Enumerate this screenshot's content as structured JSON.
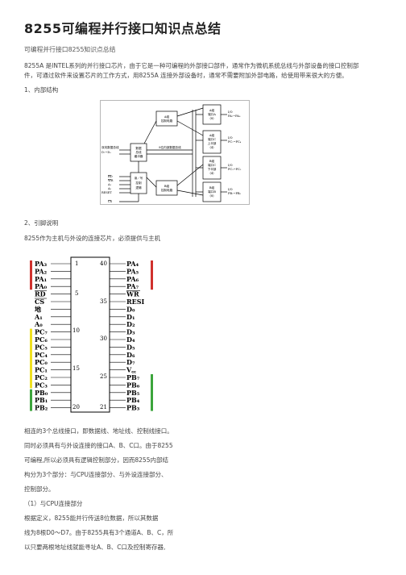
{
  "title": "8255可编程并行接口知识点总结",
  "subtitle": "可编程并行接口8255知识点总结",
  "intro_line1": "8255A 是INTEL系列的并行接口芯片，由于它是一种可编程的外部接口部件，通常作为微机系统总线与外部设备的接口控制部",
  "intro_line2": "件，可通过软件来设置芯片的工作方式，用8255A 连接外部设备时，通常不需要附加外部电路，给使用带来很大的方便。",
  "section1": "1、内部结构",
  "section2": "2、引脚说明",
  "pin_intro": "8255作为主机与外设的连接芯片，必须提供与主机",
  "block_diagram": {
    "bus_label_1": "双向数据总线",
    "bus_label_2": "D₇~D₀",
    "buffer_1": "数据",
    "buffer_2": "总线",
    "buffer_3": "缓冲器",
    "internal_bus": "8位内部数据总线",
    "rw_1": "读／写",
    "rw_2": "控制",
    "rw_3": "逻辑",
    "rd": "RD",
    "wr": "WR",
    "a1": "A₁",
    "a0": "A₀",
    "reset": "RESET",
    "cs": "CS",
    "groupA_1": "A组",
    "groupA_2": "控制电路",
    "groupB_1": "B组",
    "groupB_2": "控制电路",
    "portA_1": "A组",
    "portA_2": "端口A",
    "portA_3": "(8)",
    "portCu_1": "A组",
    "portCu_2": "端口C",
    "portCu_3": "上半部",
    "portCu_4": "(4)",
    "portCl_1": "B组",
    "portCl_2": "端口C",
    "portCl_3": "下半部",
    "portCl_4": "(4)",
    "portB_1": "B组",
    "portB_2": "端口B",
    "portB_3": "(8)",
    "io_a_1": "I/O",
    "io_a_2": "PA₇~PA₀",
    "io_cu_1": "I/O",
    "io_cu_2": "PC₇~PC₄",
    "io_cl_1": "I/O",
    "io_cl_2": "PC₃~PC₀",
    "io_b_1": "I/O",
    "io_b_2": "PB₇~PB₀"
  },
  "pins": {
    "left": [
      "PA₃",
      "PA₂",
      "PA₁",
      "PA₀",
      "RD",
      "CS",
      "地",
      "A₁",
      "A₀",
      "PC₇",
      "PC₆",
      "PC₅",
      "PC₄",
      "PC₀",
      "PC₁",
      "PC₂",
      "PC₃",
      "PB₀",
      "PB₁",
      "PB₂"
    ],
    "right": [
      "PA₄",
      "PA₅",
      "PA₆",
      "PA₇",
      "WR",
      "RESI",
      "D₀",
      "D₁",
      "D₂",
      "D₃",
      "D₄",
      "D₅",
      "D₆",
      "D₇",
      "V꜀꜀",
      "PB₇",
      "PB₆",
      "PB₅",
      "PB₄",
      "PB₃"
    ],
    "num_1": "1",
    "num_5": "5",
    "num_10": "10",
    "num_15": "15",
    "num_20": "20",
    "num_40": "40",
    "num_35": "35",
    "num_30": "30",
    "num_25": "25",
    "num_21": "21",
    "colors": {
      "red": "#d0312d",
      "yellow": "#f0e020",
      "green": "#3ca53c"
    }
  },
  "para_lines": [
    "相连的3个总线接口，即数据线、地址线、控制线接口。",
    "同时必须具有与外设连接的接口A、B、C口。由于8255",
    "可编程,所以必须具有逻辑控制部分，因而8255内部结",
    "构分为3个部分：与CPU连接部分、与外设连接部分、",
    "控制部分。",
    "（1）与CPU连接部分",
    "根据定义，8255能并行传送8位数据，所以其数据",
    "线为8根D0～D7。由于8255具有3个通道A、B、C，所",
    "以只要两根地址线就能寻址A、B、C口及控制寄存器,"
  ]
}
